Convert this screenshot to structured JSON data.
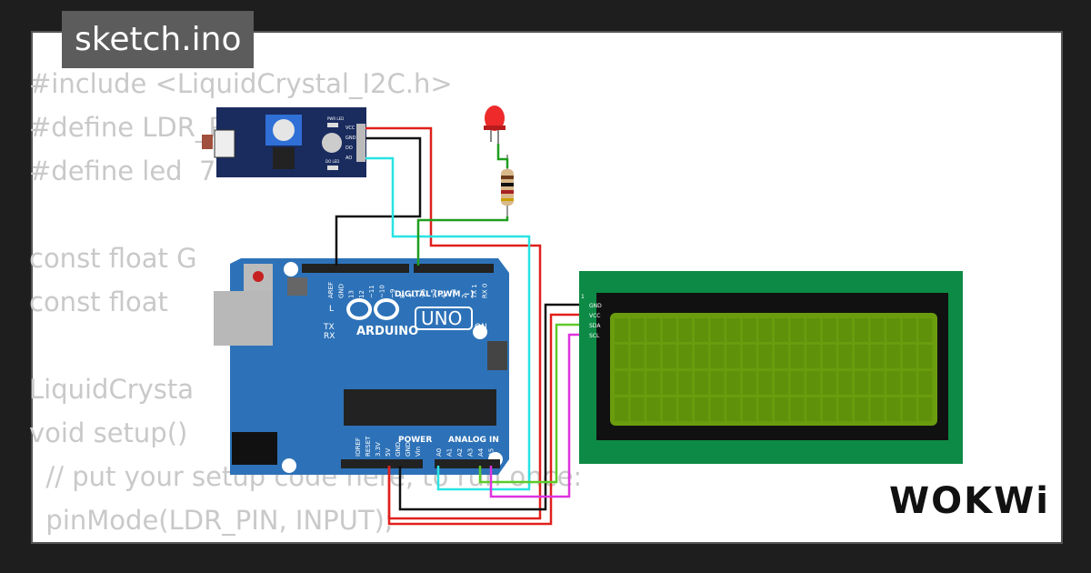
{
  "tab": {
    "title": "sketch.ino"
  },
  "code_lines": [
    "#include <LiquidCrystal_I2C.h>",
    "#define LDR_PIN",
    "#define led  7",
    "",
    "const float G",
    "const float",
    "",
    "LiquidCrysta",
    "void setup()",
    "  // put your setup code here, to run once:",
    "  pinMode(LDR_PIN, INPUT);"
  ],
  "brand": {
    "logo": "WOKWi"
  },
  "ldr_module": {
    "pins": [
      "VCC",
      "GND",
      "DO",
      "AO"
    ],
    "led_labels": [
      "PWR LED",
      "DO LED"
    ]
  },
  "arduino": {
    "model": "UNO",
    "brand": "ARDUINO",
    "on_label": "ON",
    "tx_label": "TX",
    "rx_label": "RX",
    "l_label": "L",
    "digital_header": "DIGITAL (PWM ~)",
    "digital_pins": [
      "AREF",
      "GND",
      "13",
      "12",
      "~11",
      "~10",
      "~9",
      "8",
      "7",
      "~6",
      "~5",
      "4",
      "~3",
      "2",
      "TX 1",
      "RX 0"
    ],
    "power_header": "POWER",
    "power_pins": [
      "IOREF",
      "RESET",
      "3.3V",
      "5V",
      "GND",
      "GND",
      "Vin"
    ],
    "analog_header": "ANALOG IN",
    "analog_pins": [
      "A0",
      "A1",
      "A2",
      "A3",
      "A4",
      "A5"
    ]
  },
  "lcd": {
    "pins": [
      "GND",
      "VCC",
      "SDA",
      "SCL"
    ],
    "pin_number": "1"
  },
  "wire_colors": {
    "red": "#e0201c",
    "black": "#111111",
    "cyan": "#29e3e3",
    "green": "#1f9e1f",
    "lime": "#5ecb2a",
    "magenta": "#dd33dd"
  }
}
